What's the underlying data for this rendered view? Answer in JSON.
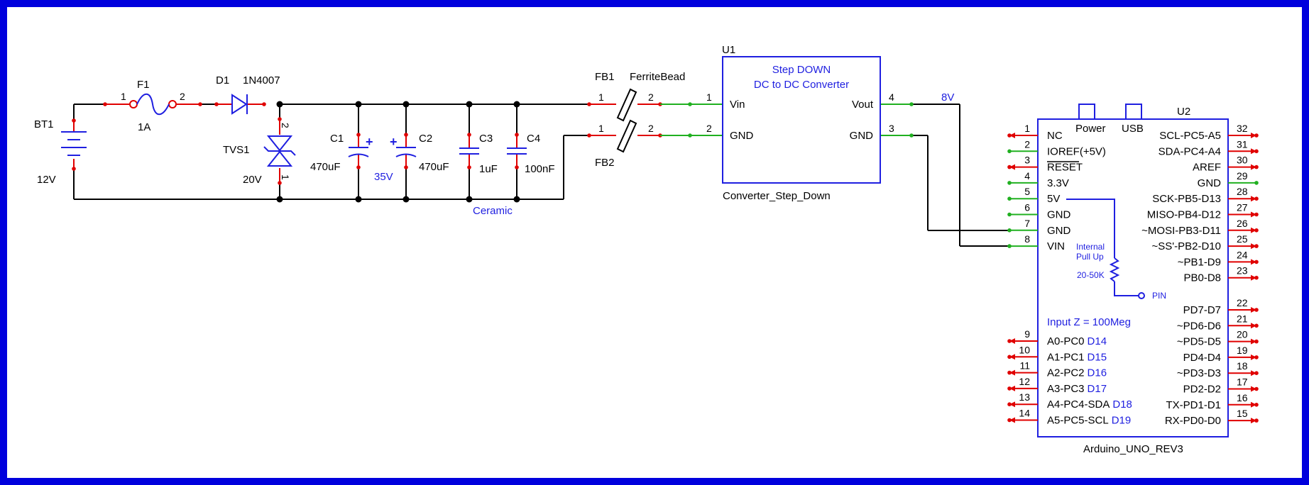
{
  "colors": {
    "frame": "#0000dd",
    "wire": "#000000",
    "pin": "#e00000",
    "pin_alt": "#20b020",
    "component": "#1f1fe0"
  },
  "BT1": {
    "ref": "BT1",
    "value": "12V"
  },
  "F1": {
    "ref": "F1",
    "value": "1A",
    "pin1": "1",
    "pin2": "2"
  },
  "D1": {
    "ref": "D1",
    "value": "1N4007"
  },
  "TVS1": {
    "ref": "TVS1",
    "value": "20V",
    "pin1": "1",
    "pin2": "2"
  },
  "C1": {
    "ref": "C1",
    "value": "470uF",
    "rating": "35V"
  },
  "C2": {
    "ref": "C2",
    "value": "470uF"
  },
  "C3": {
    "ref": "C3",
    "value": "1uF",
    "note": "Ceramic"
  },
  "C4": {
    "ref": "C4",
    "value": "100nF"
  },
  "FB1": {
    "ref": "FB1",
    "value": "FerriteBead",
    "pin1": "1",
    "pin2": "2"
  },
  "FB2": {
    "ref": "FB2",
    "pin1": "1",
    "pin2": "2"
  },
  "U1": {
    "ref": "U1",
    "title1": "Step DOWN",
    "title2": "DC to DC Converter",
    "name": "Converter_Step_Down",
    "pin_vin": "Vin",
    "pin_gnd_in": "GND",
    "pin_vout": "Vout",
    "pin_gnd_out": "GND",
    "num_vin": "1",
    "num_gnd_in": "2",
    "num_vout": "4",
    "num_gnd_out": "3",
    "net_out": "8V"
  },
  "U2": {
    "ref": "U2",
    "name": "Arduino_UNO_REV3",
    "power_label": "Power",
    "usb_label": "USB",
    "left_pins": [
      {
        "num": "1",
        "name": "NC"
      },
      {
        "num": "2",
        "name": "IOREF(+5V)"
      },
      {
        "num": "3",
        "name": "RESET"
      },
      {
        "num": "4",
        "name": "3.3V"
      },
      {
        "num": "5",
        "name": "5V"
      },
      {
        "num": "6",
        "name": "GND"
      },
      {
        "num": "7",
        "name": "GND"
      },
      {
        "num": "8",
        "name": "VIN"
      }
    ],
    "analog_pins": [
      {
        "num": "9",
        "name": "A0-PC0",
        "alt": "D14"
      },
      {
        "num": "10",
        "name": "A1-PC1",
        "alt": "D15"
      },
      {
        "num": "11",
        "name": "A2-PC2",
        "alt": "D16"
      },
      {
        "num": "12",
        "name": "A3-PC3",
        "alt": "D17"
      },
      {
        "num": "13",
        "name": "A4-PC4-SDA",
        "alt": "D18"
      },
      {
        "num": "14",
        "name": "A5-PC5-SCL",
        "alt": "D19"
      }
    ],
    "right_pins": [
      {
        "num": "32",
        "name": "SCL-PC5-A5"
      },
      {
        "num": "31",
        "name": "SDA-PC4-A4"
      },
      {
        "num": "30",
        "name": "AREF"
      },
      {
        "num": "29",
        "name": "GND"
      },
      {
        "num": "28",
        "name": "SCK-PB5-D13"
      },
      {
        "num": "27",
        "name": "MISO-PB4-D12"
      },
      {
        "num": "26",
        "name": "~MOSI-PB3-D11"
      },
      {
        "num": "25",
        "name": "~SS'-PB2-D10"
      },
      {
        "num": "24",
        "name": "~PB1-D9"
      },
      {
        "num": "23",
        "name": "PB0-D8"
      },
      {
        "num": "22",
        "name": "PD7-D7"
      },
      {
        "num": "21",
        "name": "~PD6-D6"
      },
      {
        "num": "20",
        "name": "~PD5-D5"
      },
      {
        "num": "19",
        "name": "PD4-D4"
      },
      {
        "num": "18",
        "name": "~PD3-D3"
      },
      {
        "num": "17",
        "name": "PD2-D2"
      },
      {
        "num": "16",
        "name": "TX-PD1-D1"
      },
      {
        "num": "15",
        "name": "RX-PD0-D0"
      }
    ],
    "pullup_line1": "Internal",
    "pullup_line2": "Pull Up",
    "pullup_value": "20-50K",
    "pin_label": "PIN",
    "input_z": "Input Z = 100Meg"
  }
}
